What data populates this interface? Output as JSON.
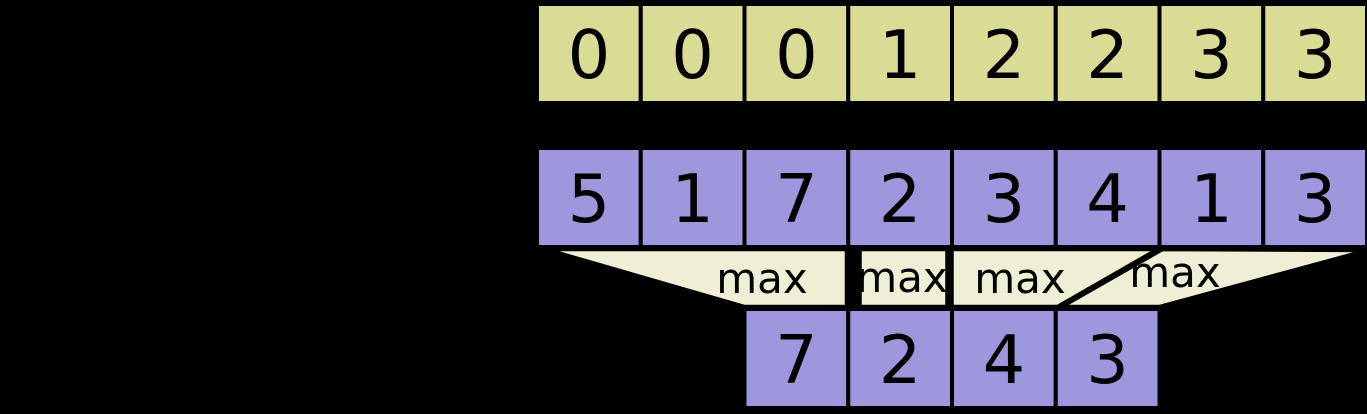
{
  "colors": {
    "background": "#000000",
    "segment_row_fill": "#dadb94",
    "value_row_fill": "#9e97dd",
    "funnel_fill": "#efefd5",
    "outline": "#000000",
    "text": "#000000"
  },
  "segment_ids_row": {
    "cells": [
      "0",
      "0",
      "0",
      "1",
      "2",
      "2",
      "3",
      "3"
    ]
  },
  "input_values_row": {
    "cells": [
      "5",
      "1",
      "7",
      "2",
      "3",
      "4",
      "1",
      "3"
    ]
  },
  "max_labels": [
    "max",
    "max",
    "max",
    "max"
  ],
  "output_values_row": {
    "cells": [
      "7",
      "2",
      "4",
      "3"
    ]
  }
}
